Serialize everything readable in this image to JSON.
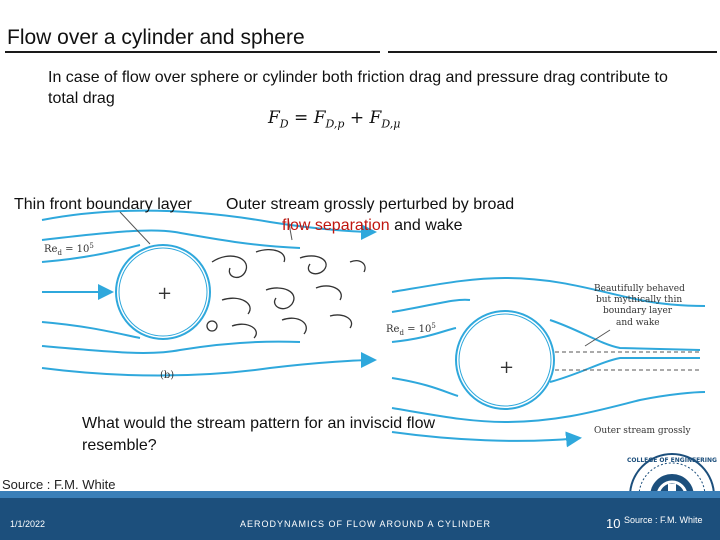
{
  "slide": {
    "title": "Flow over a cylinder and sphere",
    "intro": "In case of flow over sphere or cylinder both friction drag and pressure drag contribute to total drag",
    "equation": {
      "lhs": "F",
      "lhs_sub": "D",
      "eq": " = ",
      "t1": "F",
      "t1_sub": "D,p",
      "plus": " + ",
      "t2": "F",
      "t2_sub": "D,μ"
    },
    "caption_left": "Thin front boundary layer",
    "caption_right_1": "Outer stream grossly perturbed by broad",
    "caption_right_red": "flow separation",
    "caption_right_2": " and wake",
    "question": "What would the stream pattern for an inviscid flow resemble?",
    "source": "Source : F.M. White"
  },
  "figure": {
    "re_left_label": "Re",
    "re_left_sub": "d",
    "re_left_val": " = 10",
    "re_left_exp": "5",
    "panel_label": "(b)",
    "re_right_label": "Re",
    "re_right_sub": "d",
    "re_right_val": " = 10",
    "re_right_exp": "5",
    "annot_lines": [
      "Beautifully behaved",
      "but mythically thin",
      "boundary layer",
      "and wake"
    ],
    "outer_stream": "Outer stream grossly",
    "plus_mark": "+",
    "colors": {
      "stream": "#2fa8dc",
      "body": "#2fa8dc",
      "wake": "#333333"
    }
  },
  "footer": {
    "date": "1/1/2022",
    "title": "AERODYNAMICS OF FLOW AROUND A CYLINDER",
    "page": "10",
    "source": "Source : F.M. White",
    "colors": {
      "bar": "#1c4f7c",
      "stripe": "#3a7fb8"
    }
  },
  "logo": {
    "text": "COLLEGE OF ENGINEERING"
  }
}
